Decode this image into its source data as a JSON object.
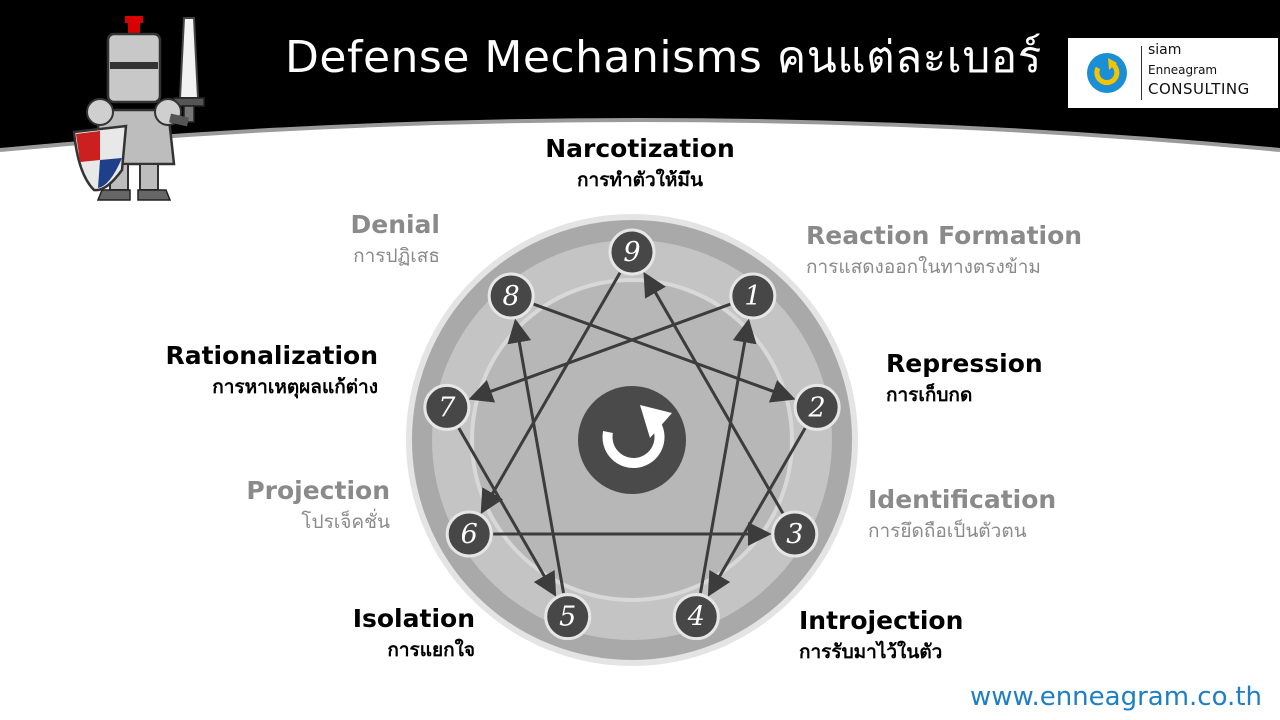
{
  "header": {
    "title": "Defense Mechanisms คนแต่ละเบอร์"
  },
  "logo": {
    "line1": "siam",
    "line2": "Enneagram",
    "line3": "CONSULTING",
    "accent": "#1a8fd6",
    "mark_color": "#f5c400"
  },
  "mechanisms": [
    {
      "number": "9",
      "english": "Narcotization",
      "thai": "การทำตัวให้มึน",
      "emphasis": "bold"
    },
    {
      "number": "1",
      "english": "Reaction Formation",
      "thai": "การแสดงออกในทางตรงข้าม",
      "emphasis": "dim"
    },
    {
      "number": "2",
      "english": "Repression",
      "thai": "การเก็บกด",
      "emphasis": "bold"
    },
    {
      "number": "3",
      "english": "Identification",
      "thai": "การยึดถือเป็นตัวตน",
      "emphasis": "dim"
    },
    {
      "number": "4",
      "english": "Introjection",
      "thai": "การรับมาไว้ในตัว",
      "emphasis": "bold"
    },
    {
      "number": "5",
      "english": "Isolation",
      "thai": "การแยกใจ",
      "emphasis": "bold"
    },
    {
      "number": "6",
      "english": "Projection",
      "thai": "โปรเจ็คชั่น",
      "emphasis": "dim"
    },
    {
      "number": "7",
      "english": "Rationalization",
      "thai": "การหาเหตุผลแก้ต่าง",
      "emphasis": "bold"
    },
    {
      "number": "8",
      "english": "Denial",
      "thai": "การปฏิเสธ",
      "emphasis": "dim"
    }
  ],
  "diagram": {
    "nodes": [
      "9",
      "1",
      "2",
      "3",
      "4",
      "5",
      "6",
      "7",
      "8"
    ],
    "arrows": [
      [
        "1",
        "7"
      ],
      [
        "7",
        "5"
      ],
      [
        "5",
        "8"
      ],
      [
        "8",
        "2"
      ],
      [
        "2",
        "4"
      ],
      [
        "4",
        "1"
      ],
      [
        "9",
        "6"
      ],
      [
        "6",
        "3"
      ],
      [
        "3",
        "9"
      ]
    ],
    "center_icon": "circular-arrow-icon"
  },
  "footer": {
    "website": "www.enneagram.co.th"
  },
  "decor": {
    "mascot": "knight-icon"
  },
  "colors": {
    "header_bg": "#000000",
    "label_emphasis": "#000000",
    "label_dim": "#8a8a8a",
    "link": "#1f7fc4"
  }
}
